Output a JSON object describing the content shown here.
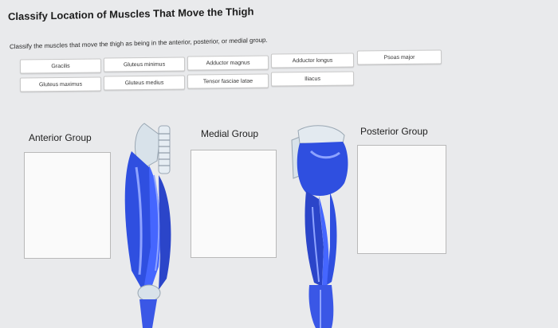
{
  "page": {
    "title": "Classify Location of Muscles That Move the Thigh",
    "instructions": "Classify the muscles that move the thigh as being in the anterior, posterior, or medial group."
  },
  "tiles": [
    {
      "label": "Gracilis"
    },
    {
      "label": "Gluteus minimus"
    },
    {
      "label": "Adductor magnus"
    },
    {
      "label": "Adductor longus"
    },
    {
      "label": "Psoas major"
    },
    {
      "label": "Gluteus maximus"
    },
    {
      "label": "Gluteus medius"
    },
    {
      "label": "Tensor fasciae latae"
    },
    {
      "label": "Iliacus"
    }
  ],
  "groups": {
    "anterior": "Anterior Group",
    "medial": "Medial Group",
    "posterior": "Posterior Group"
  },
  "colors": {
    "muscle_blue": "#2f4fe0",
    "muscle_light": "#8ea3ff",
    "bone": "#d8e2ea"
  }
}
